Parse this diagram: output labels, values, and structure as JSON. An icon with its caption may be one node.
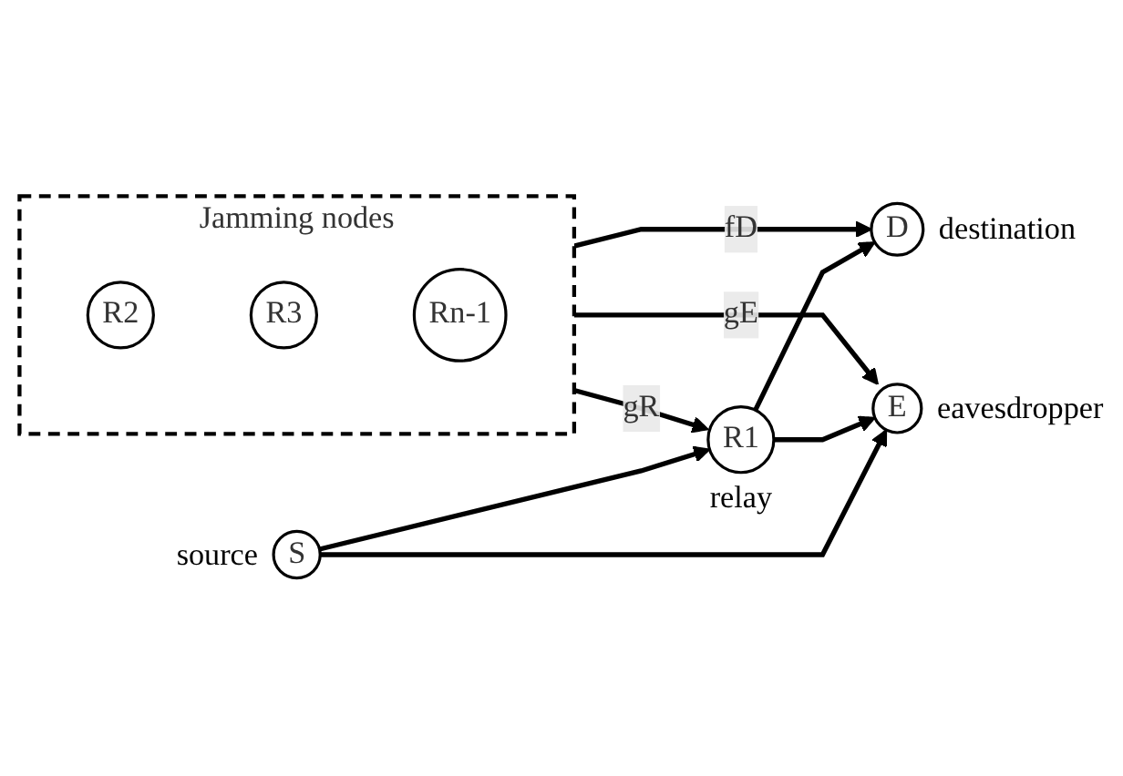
{
  "diagram": {
    "nodes": [
      {
        "text": [
          "R1"
        ],
        "beside": [
          "relay"
        ]
      },
      {
        "text": [
          "D"
        ],
        "beside": [
          "destination"
        ]
      },
      {
        "text": [
          "S"
        ],
        "beside": [
          "source"
        ]
      },
      {
        "text": [
          "Jamming nodes"
        ]
      },
      {
        "text": [
          "R2"
        ],
        "in": 3
      },
      {
        "text": [
          "R3"
        ],
        "in": 3
      },
      {
        "text": [
          "Rn-1"
        ],
        "in": 3
      },
      {
        "text": [
          "E"
        ],
        "beside": [
          "eavesdropper"
        ]
      }
    ],
    "edges": [
      {
        "from": 2,
        "to": 0,
        "arrow": "to"
      },
      {
        "from": 0,
        "to": 1,
        "arrow": "to"
      },
      {
        "from": 2,
        "to": 7,
        "arrow": "to"
      },
      {
        "from": 0,
        "to": 7,
        "arrow": "to"
      },
      {
        "from": 3,
        "to": 0,
        "arrow": "to",
        "label": "gR"
      },
      {
        "from": 3,
        "to": 1,
        "arrow": "to",
        "label": "fD"
      },
      {
        "from": 3,
        "to": 7,
        "arrow": "to",
        "label": "gE"
      }
    ]
  }
}
